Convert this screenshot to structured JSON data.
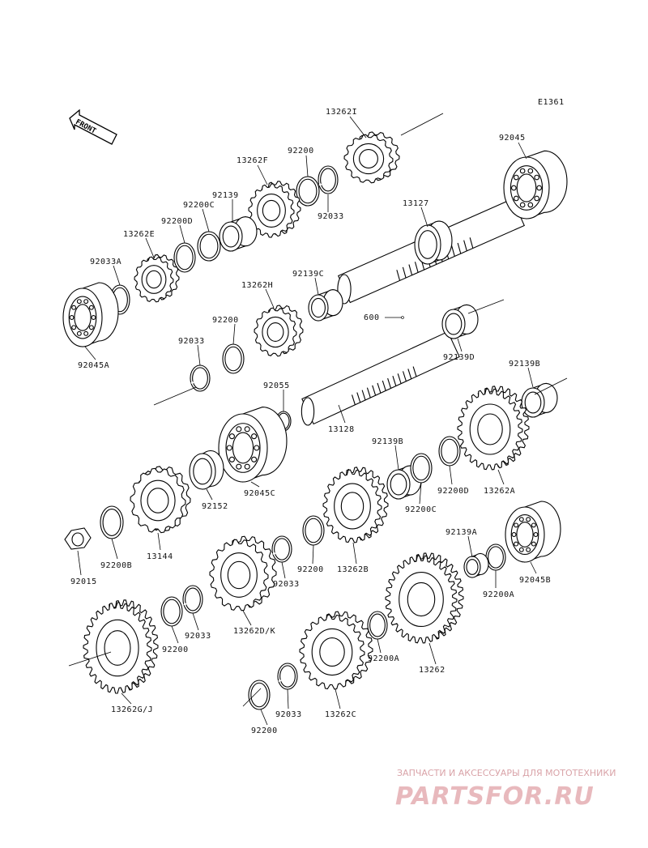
{
  "diagram_code": "E1361",
  "front_label": "FRONT",
  "watermark": {
    "subtitle": "ЗАПЧАСТИ И АКСЕССУАРЫ ДЛЯ МОТОТЕХНИКИ",
    "logo_text": "PARTSFOR.RU"
  },
  "parts": [
    {
      "id": "13262I"
    },
    {
      "id": "92045"
    },
    {
      "id": "92200"
    },
    {
      "id": "13262F"
    },
    {
      "id": "92139"
    },
    {
      "id": "92200C"
    },
    {
      "id": "92033"
    },
    {
      "id": "13127"
    },
    {
      "id": "92200D"
    },
    {
      "id": "13262E"
    },
    {
      "id": "92033A"
    },
    {
      "id": "92139C"
    },
    {
      "id": "13262H"
    },
    {
      "id": "600"
    },
    {
      "id": "92045A"
    },
    {
      "id": "92200"
    },
    {
      "id": "92033"
    },
    {
      "id": "92139D"
    },
    {
      "id": "92139B"
    },
    {
      "id": "92055"
    },
    {
      "id": "13128"
    },
    {
      "id": "92139B"
    },
    {
      "id": "92200D"
    },
    {
      "id": "13262A"
    },
    {
      "id": "92200C"
    },
    {
      "id": "92152"
    },
    {
      "id": "92045C"
    },
    {
      "id": "92200B"
    },
    {
      "id": "13144"
    },
    {
      "id": "92139A"
    },
    {
      "id": "92015"
    },
    {
      "id": "92033"
    },
    {
      "id": "92200"
    },
    {
      "id": "13262B"
    },
    {
      "id": "92045B"
    },
    {
      "id": "92200A"
    },
    {
      "id": "92200"
    },
    {
      "id": "92033"
    },
    {
      "id": "13262D/K"
    },
    {
      "id": "92200A"
    },
    {
      "id": "13262"
    },
    {
      "id": "13262G/J"
    },
    {
      "id": "92033"
    },
    {
      "id": "13262C"
    },
    {
      "id": "92200"
    }
  ]
}
